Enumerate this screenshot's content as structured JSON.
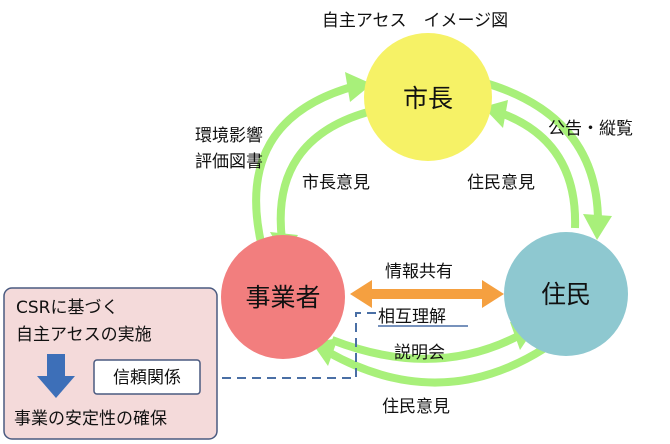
{
  "title": "自主アセス　イメージ図",
  "colors": {
    "green": "#a8f07a",
    "orange": "#f5a040",
    "blue_dashed": "#4a6fa5",
    "mayor_fill": "#f6f266",
    "business_fill": "#f27e7e",
    "resident_fill": "#8ec8d0",
    "box_fill": "#f4dada",
    "box_stroke": "#4a5a80",
    "down_arrow": "#3d6fb8"
  },
  "nodes": {
    "mayor": {
      "label": "市長"
    },
    "business": {
      "label": "事業者"
    },
    "residents": {
      "label": "住民"
    }
  },
  "edges": {
    "eia_line1": "環境影響",
    "eia_line2": "評価図書",
    "mayor_opinion": "市長意見",
    "notice": "公告・縦覧",
    "resident_opinion_top": "住民意見",
    "info_share": "情報共有",
    "mutual_understanding": "相互理解",
    "briefing": "説明会",
    "resident_opinion_bottom": "住民意見"
  },
  "box": {
    "line1": "CSRに基づく",
    "line2": "自主アセスの実施",
    "trust": "信頼関係",
    "stability": "事業の安定性の確保"
  }
}
